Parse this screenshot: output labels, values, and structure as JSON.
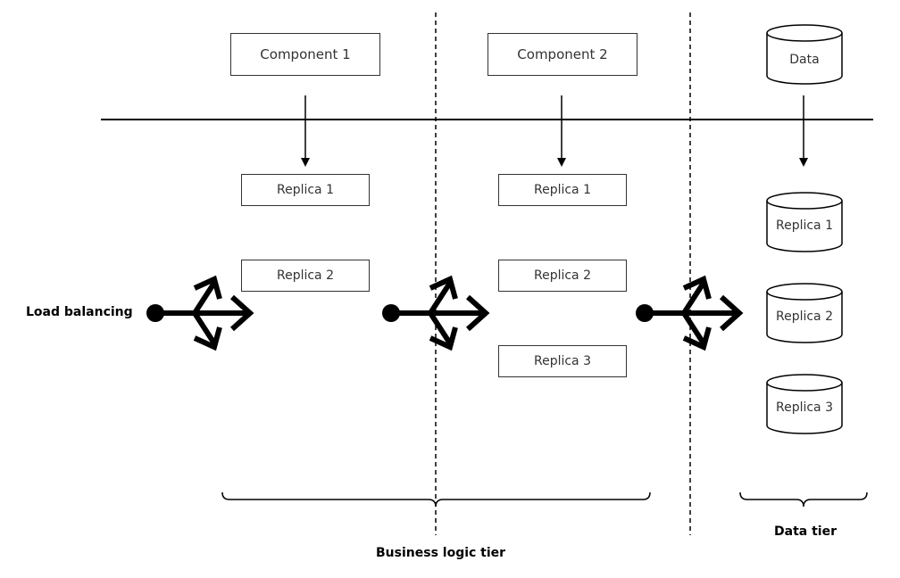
{
  "components": {
    "component_1": "Component 1",
    "component_2": "Component 2",
    "data": "Data"
  },
  "business_logic": {
    "component_1_replicas": [
      "Replica 1",
      "Replica 2"
    ],
    "component_2_replicas": [
      "Replica 1",
      "Replica 2",
      "Replica 3"
    ]
  },
  "data_tier": {
    "replicas": [
      "Replica 1",
      "Replica 2",
      "Replica 3"
    ]
  },
  "labels": {
    "load_balancing": "Load balancing",
    "business_logic_tier": "Business logic tier",
    "data_tier": "Data tier"
  },
  "icons": [
    "load-balancer-icon",
    "load-balancer-icon",
    "load-balancer-icon"
  ]
}
